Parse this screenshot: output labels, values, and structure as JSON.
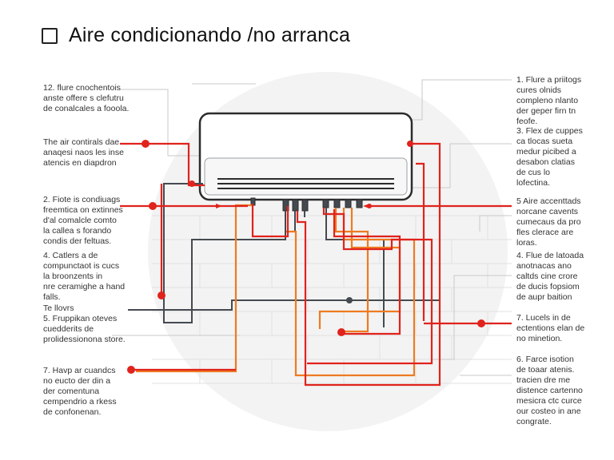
{
  "title": "Aire condicionando /no arranca",
  "colors": {
    "red": "#e0231c",
    "orange": "#ee7b22",
    "dark": "#444a50",
    "lightgray": "#c8c8c8"
  },
  "notes": {
    "left": [
      "12. flure cnochentois\nanste offere s clefutru\nde conalcales a fooola.",
      "The air contirals dae\nanaqesi naos les inse\natencis en diapdron",
      "2. Fiote is condiuags\nfreemtica on extinnes\nd'al comalcle comto\nla callea s forando\ncondis der feltuas.",
      "4. Catlers a de\ncompunctaot is cucs\nla broonzents in\nnre ceramighe a hand\nfalls.",
      "Te llovrs\n5. Fruppikan oteves\ncuedderits de\nprolidessionona store.",
      "7. Havp ar cuandcs\nno eucto der din a\nder comentuna\ncempendrio a rkess\nde confonenan."
    ],
    "right": [
      "1. Flure a priitogs\ncures olnids\ncompleno nlanto\nder geper firn tn\nfeofe.",
      "3. Flex de cuppes\nca tlocas sueta\nmedur picibed a\ndesabon clatias\nde cus lo\nlofectina.",
      "5 Aire accenttads\nnorcane cavents\ncumecaus da pro\nfles clerace are\nloras.",
      "4. Flue de latoada\nanotnacas ano\ncaltds cine crore\nde ducis fopsiom\nde aupr baition",
      "7. Lucels in de\nectentions elan de\nno minetion.",
      "6. Farce isotion\nde toaar atenis.\ntracien dre me\ndistence cartenno\nmesicra ctc curce\nour costeo in ane\ncongrate."
    ]
  }
}
